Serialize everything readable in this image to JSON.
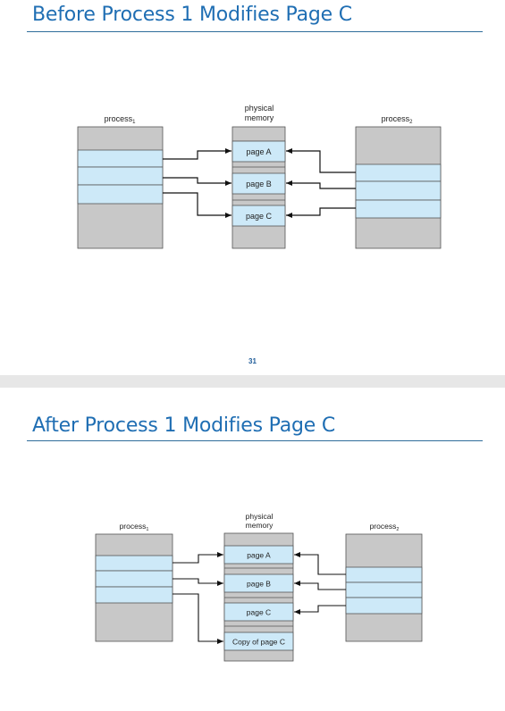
{
  "slides": [
    {
      "title": "Before Process 1 Modifies Page C",
      "page_number": "31",
      "diagram": {
        "process1_label": "process",
        "process1_sub": "1",
        "process2_label": "process",
        "process2_sub": "2",
        "memory_label_line1": "physical",
        "memory_label_line2": "memory",
        "pages": [
          "page A",
          "page B",
          "page C"
        ]
      }
    },
    {
      "title": "After Process 1 Modifies Page C",
      "diagram": {
        "process1_label": "process",
        "process1_sub": "1",
        "process2_label": "process",
        "process2_sub": "2",
        "memory_label_line1": "physical",
        "memory_label_line2": "memory",
        "pages": [
          "page A",
          "page B",
          "page C",
          "Copy of page C"
        ]
      }
    }
  ],
  "colors": {
    "title": "#1f6eb3",
    "page_fill": "#cde9f8",
    "block_fill": "#c8c8c8"
  }
}
